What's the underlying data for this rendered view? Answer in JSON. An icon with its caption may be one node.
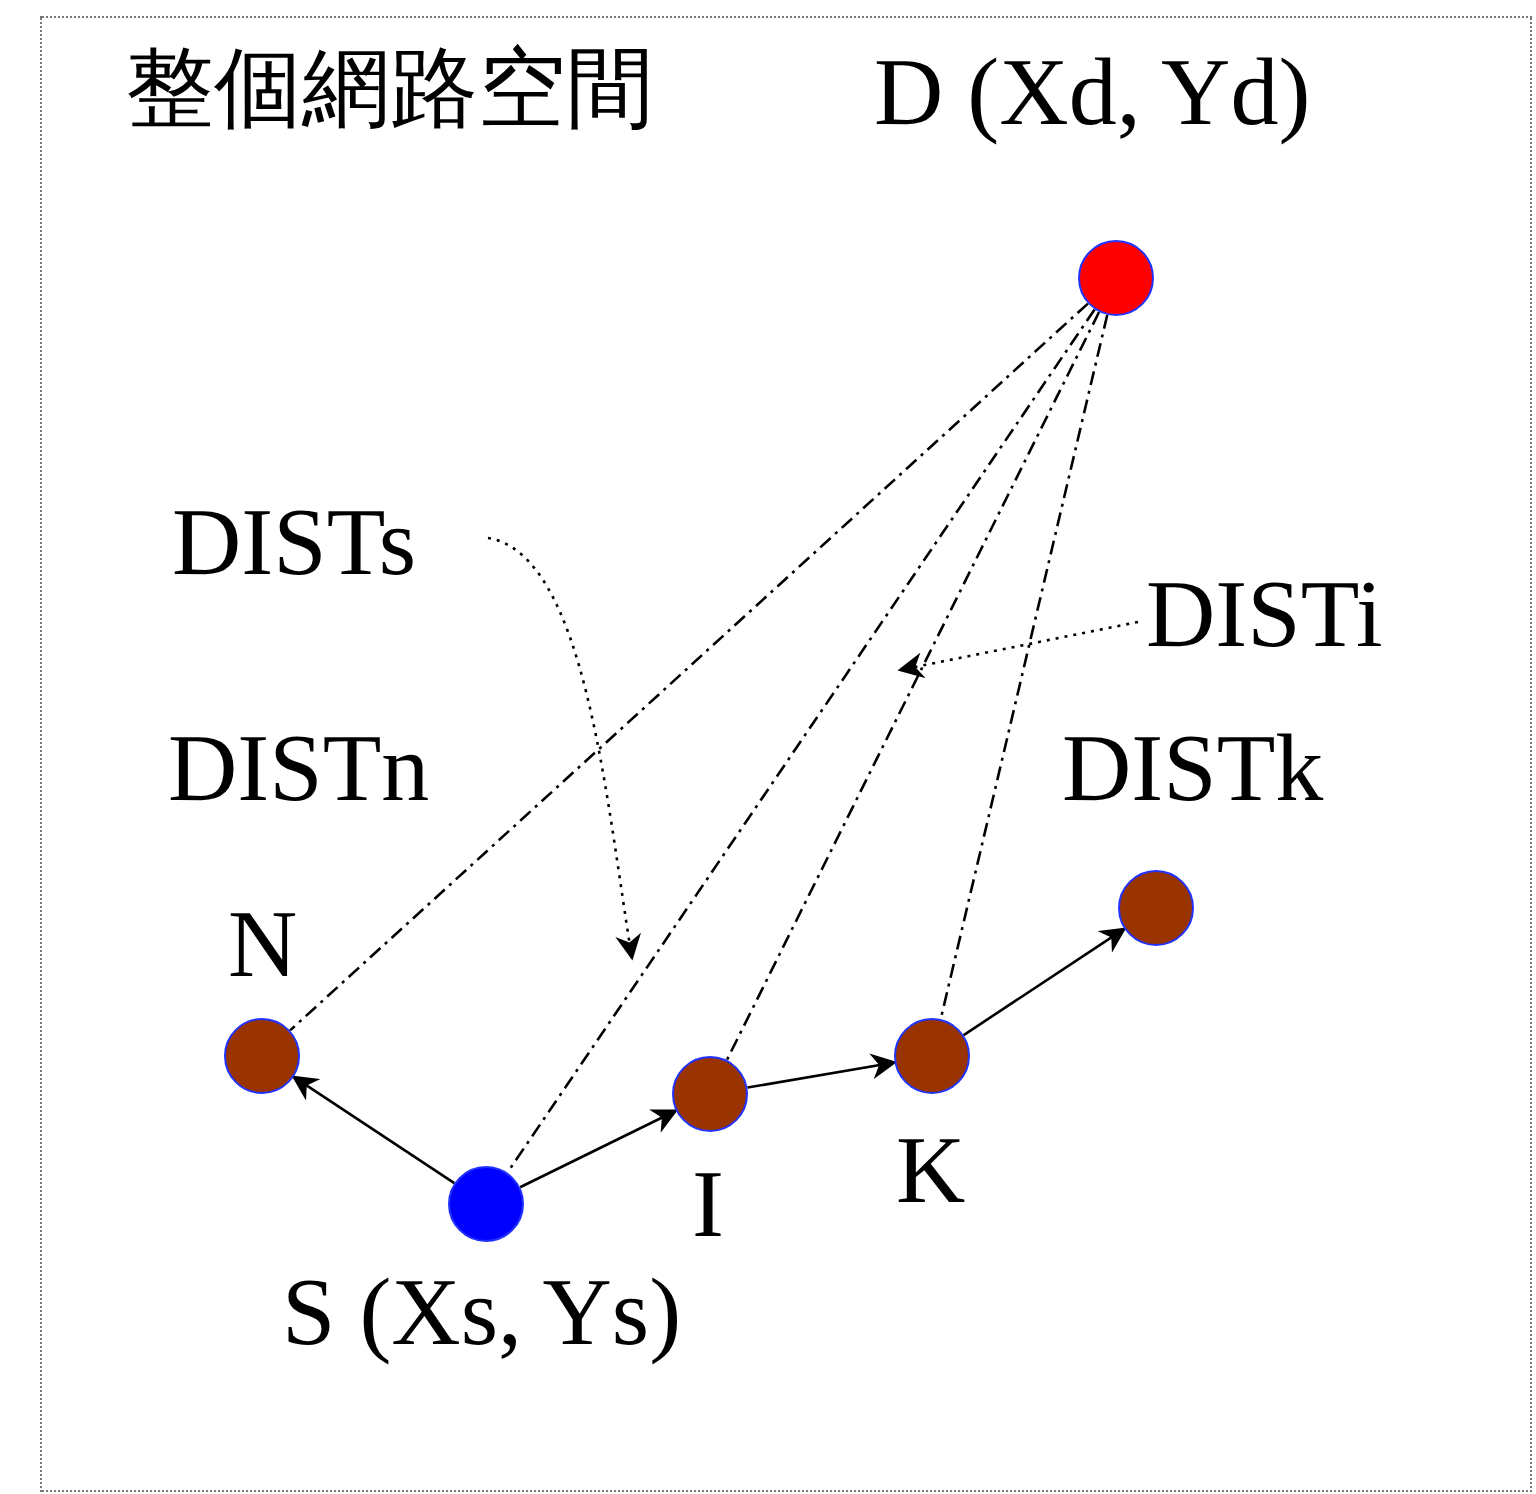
{
  "diagram": {
    "nodes": [
      {
        "text": [
          "整個網路空間"
        ]
      },
      {
        "text": [],
        "shape": "circle",
        "beside": [
          "D (Xd, Yd)"
        ],
        "in": 0
      },
      {
        "text": [
          "DISTs"
        ],
        "in": 0
      },
      {
        "text": [
          "DISTi"
        ],
        "in": 0
      },
      {
        "text": [],
        "shape": "circle",
        "beside": [
          "N"
        ],
        "in": 0
      },
      {
        "text": [],
        "shape": "circle",
        "beside": [
          "S (Xs, Ys)"
        ],
        "in": 0
      },
      {
        "text": [],
        "shape": "circle",
        "beside": [
          "I"
        ],
        "in": 0
      },
      {
        "text": [],
        "shape": "circle",
        "beside": [
          "K"
        ],
        "in": 0
      },
      {
        "text": [],
        "shape": "circle",
        "in": 0
      }
    ],
    "edges": [
      {
        "from": 5,
        "to": 4,
        "arrow": "to"
      },
      {
        "from": 5,
        "to": 6,
        "arrow": "to"
      },
      {
        "from": 6,
        "to": 7,
        "arrow": "to"
      },
      {
        "from": 7,
        "to": 8,
        "arrow": "to"
      },
      {
        "from": 1,
        "to": 4,
        "arrow": "none",
        "style": "dashed"
      },
      {
        "from": 1,
        "to": 5,
        "arrow": "none",
        "style": "dashed"
      },
      {
        "from": 1,
        "to": 6,
        "arrow": "none",
        "style": "dashed"
      },
      {
        "from": 1,
        "to": 7,
        "arrow": "none",
        "style": "dashed"
      },
      {
        "from": 2,
        "to": null,
        "arrow": "to",
        "style": "dashed"
      },
      {
        "from": 3,
        "to": null,
        "arrow": "to",
        "style": "dashed"
      }
    ],
    "labels": [
      "DISTn",
      "DISTk"
    ]
  }
}
